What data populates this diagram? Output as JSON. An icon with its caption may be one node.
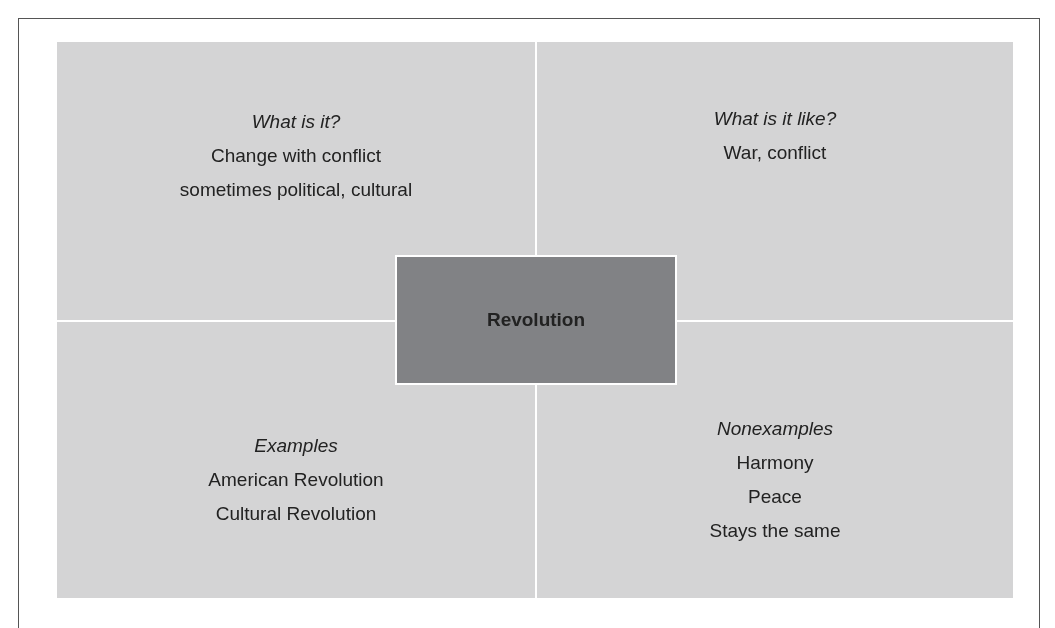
{
  "diagram": {
    "nodes": [
      {
        "text": [
          "What is it?",
          "Change with conflict",
          "sometimes political, cultural"
        ]
      },
      {
        "text": [
          "What is it like?",
          "War, conflict"
        ]
      },
      {
        "text": [
          "Examples",
          "American Revolution",
          "Cultural Revolution"
        ]
      },
      {
        "text": [
          "Nonexamples",
          "Harmony",
          "Peace",
          "Stays the same"
        ]
      },
      {
        "text": [
          "Revolution"
        ]
      }
    ],
    "edges": []
  }
}
